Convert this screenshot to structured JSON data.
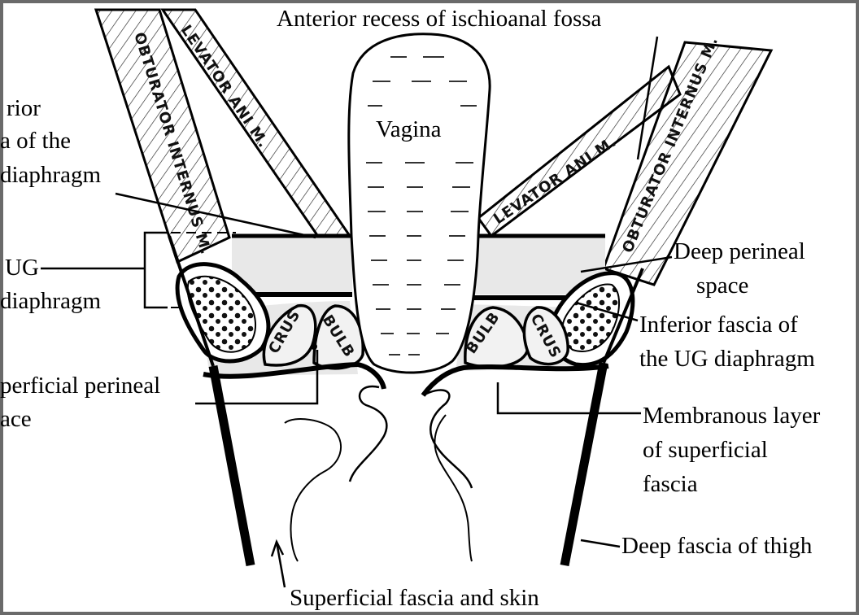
{
  "labels": {
    "anterior_recess": "Anterior recess of ischioanal fossa",
    "superior_fascia_l1": "rior",
    "superior_fascia_l2": "a of the",
    "superior_fascia_l3": "diaphragm",
    "ug_l1": "UG",
    "ug_l2": "diaphragm",
    "superficial_space_l1": "perficial perineal",
    "superficial_space_l2": "ace",
    "vagina": "Vagina",
    "deep_space_l1": "Deep perineal",
    "deep_space_l2": "space",
    "inferior_fascia_l1": "Inferior fascia of",
    "inferior_fascia_l2": "the UG diaphragm",
    "membranous_l1": "Membranous layer",
    "membranous_l2": "of superficial",
    "membranous_l3": "fascia",
    "deep_fascia_thigh": "Deep fascia of thigh",
    "superficial_fascia_skin": "Superficial fascia and skin"
  },
  "structures": {
    "obturator_left": "OBTURATOR INTERNUS M.",
    "levator_left": "LEVATOR ANI M.",
    "levator_right": "LEVATOR ANI M.",
    "obturator_right": "OBTURATOR INTERNUS M.",
    "crus_left": "CRUS",
    "bulb_left": "BULB",
    "bulb_right": "BULB",
    "crus_right": "CRUS"
  },
  "colors": {
    "line": "#000000",
    "shade": "#e8e8e8",
    "frame": "#6a6a6a"
  }
}
